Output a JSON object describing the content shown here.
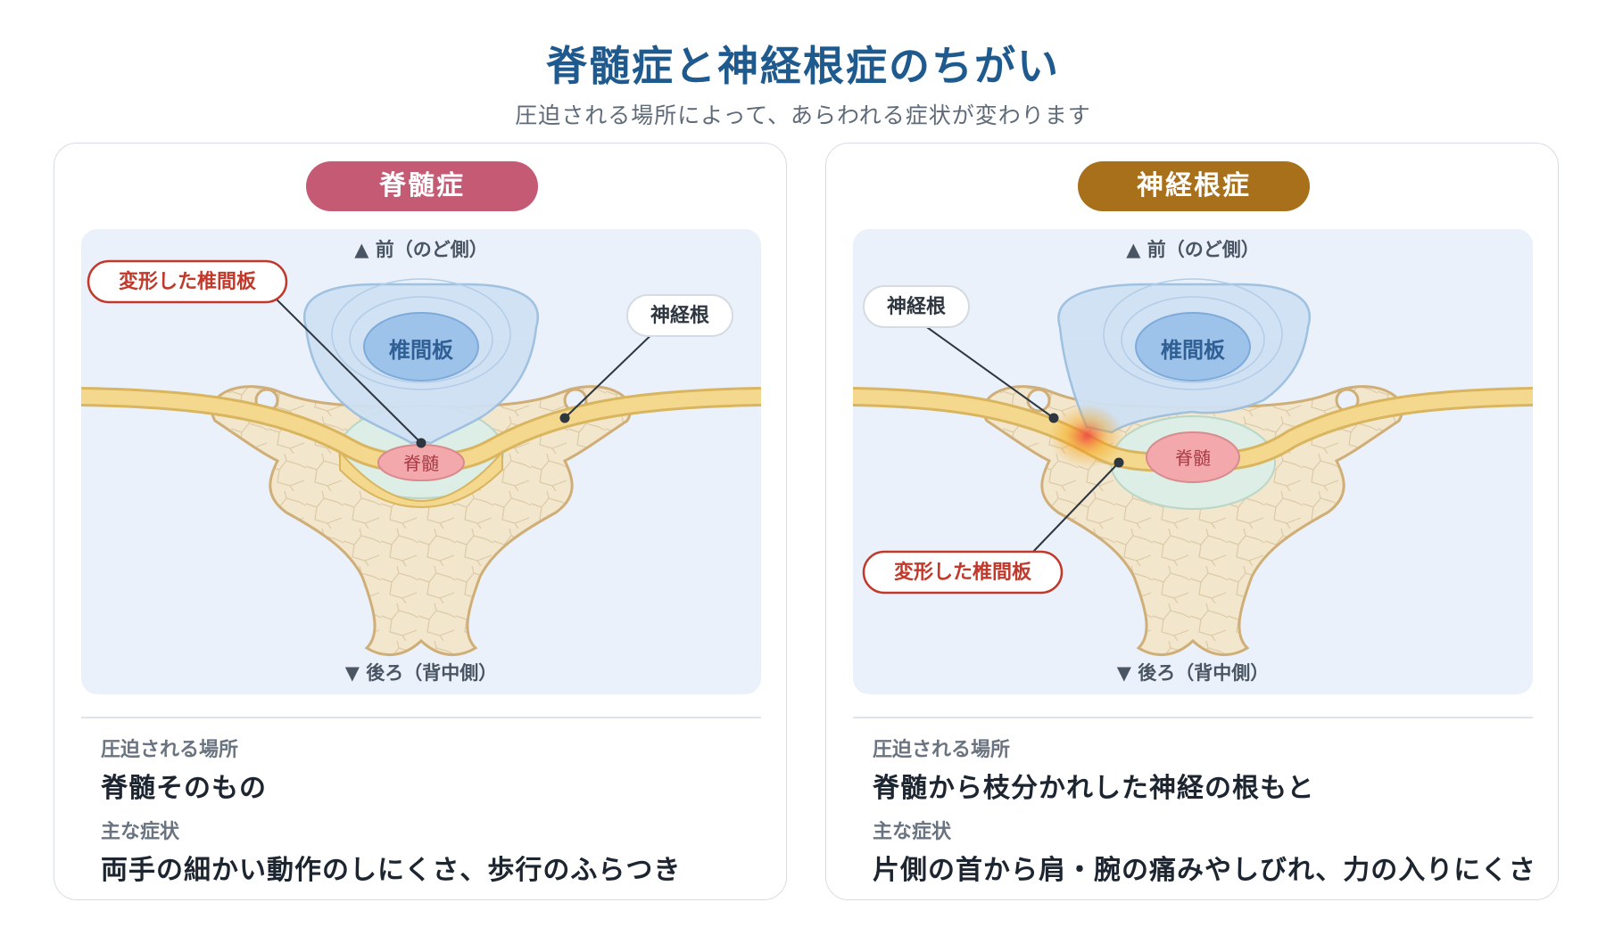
{
  "title": "脊髄症と神経根症のちがい",
  "subtitle": "圧迫される場所によって、あらわれる症状が変わります",
  "panels": [
    {
      "name": "脊髄症",
      "color": "#c55a75",
      "front_label": "▲ 前（のど側）",
      "back_label": "▼ 後ろ（背中側）",
      "disc_label": "椎間板",
      "cord_label": "脊髄",
      "callout_disc": "変形した椎間板",
      "callout_root": "神経根",
      "location_heading": "圧迫される場所",
      "location_value": "脊髄そのもの",
      "symptom_heading": "主な症状",
      "symptom_value": "両手の細かい動作のしにくさ、歩行のふらつき"
    },
    {
      "name": "神経根症",
      "color": "#a8701a",
      "front_label": "▲ 前（のど側）",
      "back_label": "▼ 後ろ（背中側）",
      "disc_label": "椎間板",
      "cord_label": "脊髄",
      "callout_disc": "変形した椎間板",
      "callout_root": "神経根",
      "location_heading": "圧迫される場所",
      "location_value": "脊髄から枝分かれした神経の根もと",
      "symptom_heading": "主な症状",
      "symptom_value": "片側の首から肩・腕の痛みやしびれ、力の入りにくさ"
    }
  ]
}
